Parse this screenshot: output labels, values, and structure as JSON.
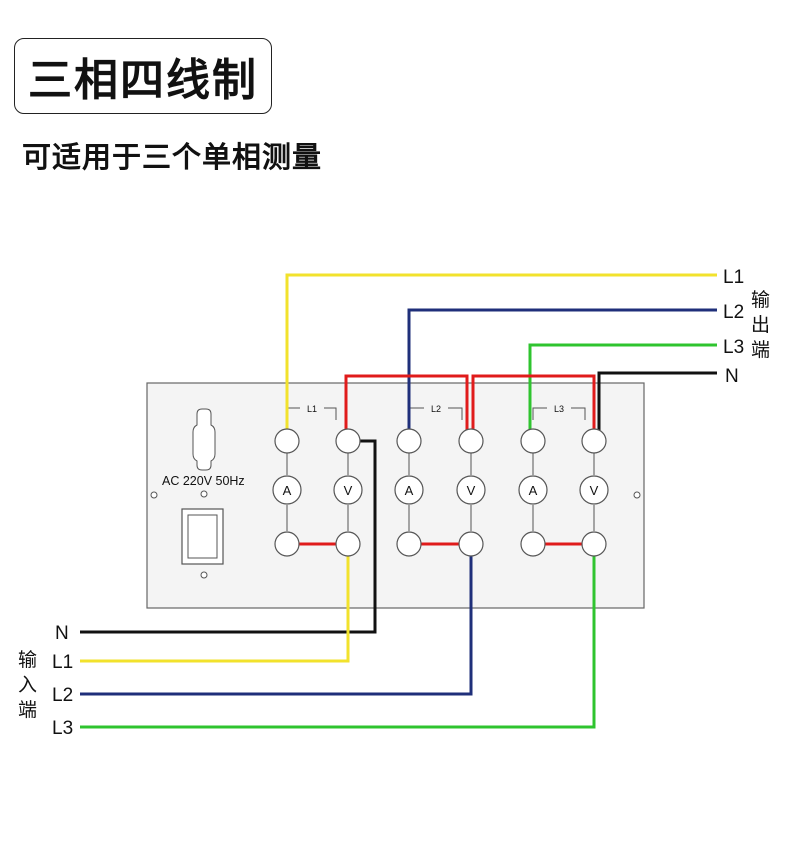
{
  "title": "三相四线制",
  "subtitle": "可适用于三个单相测量",
  "panel": {
    "spec_label": "AC  220V  50Hz",
    "groups": [
      {
        "label": "L1",
        "ammeter": "A",
        "voltmeter": "V"
      },
      {
        "label": "L2",
        "ammeter": "A",
        "voltmeter": "V"
      },
      {
        "label": "L3",
        "ammeter": "A",
        "voltmeter": "V"
      }
    ]
  },
  "output": {
    "title": "输出端",
    "title_chars": [
      "输",
      "出",
      "端"
    ],
    "lines": [
      "L1",
      "L2",
      "L3",
      "N"
    ]
  },
  "input": {
    "title": "输入端",
    "title_chars": [
      "输",
      "入",
      "端"
    ],
    "lines": [
      "N",
      "L1",
      "L2",
      "L3"
    ]
  },
  "wire_colors": {
    "L1": "#f2e22c",
    "L2": "#1f2f7a",
    "L3": "#2fc42f",
    "N": "#111111",
    "jumper": "#e01b1b"
  }
}
